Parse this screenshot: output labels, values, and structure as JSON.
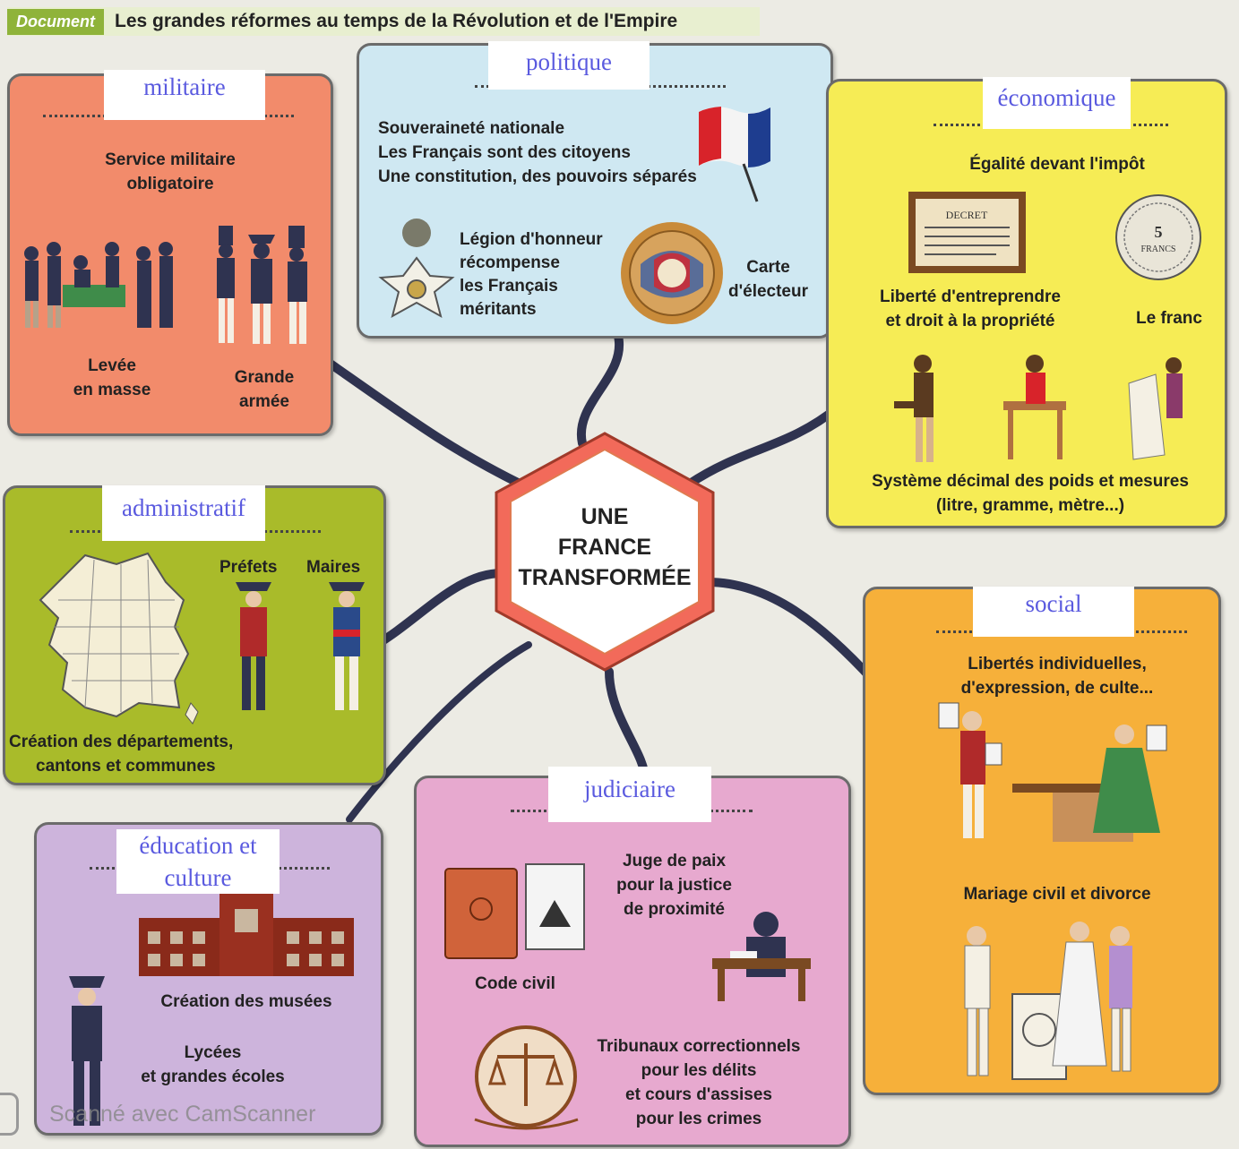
{
  "header": {
    "tag": "Document",
    "title": "Les grandes réformes au temps de la Révolution et de l'Empire"
  },
  "center": {
    "line1": "UNE",
    "line2": "FRANCE",
    "line3": "TRANSFORMÉE"
  },
  "militaire": {
    "label": "militaire",
    "service_line1": "Service militaire",
    "service_line2": "obligatoire",
    "levee_line1": "Levée",
    "levee_line2": "en masse",
    "armee_line1": "Grande",
    "armee_line2": "armée"
  },
  "politique": {
    "label": "politique",
    "line1": "Souveraineté nationale",
    "line2": "Les Français sont des citoyens",
    "line3": "Une constitution, des pouvoirs séparés",
    "legion_line1": "Légion d'honneur",
    "legion_line2": "récompense",
    "legion_line3": "les Français",
    "legion_line4": "méritants",
    "carte_line1": "Carte",
    "carte_line2": "d'électeur"
  },
  "economique": {
    "label": "économique",
    "egalite": "Égalité devant l'impôt",
    "liberte_line1": "Liberté d'entreprendre",
    "liberte_line2": "et droit à la propriété",
    "franc": "Le franc",
    "decimal_line1": "Système décimal des poids et mesures",
    "decimal_line2": "(litre, gramme, mètre...)",
    "decret": "DECRET",
    "coin_text": "5",
    "coin_small": "FRANCS"
  },
  "administratif": {
    "label": "administratif",
    "prefets": "Préfets",
    "maires": "Maires",
    "creation_line1": "Création des départements,",
    "creation_line2": "cantons et communes"
  },
  "social": {
    "label": "social",
    "libertes_line1": "Libertés individuelles,",
    "libertes_line2": "d'expression, de culte...",
    "mariage": "Mariage civil et divorce"
  },
  "judiciaire": {
    "label": "judiciaire",
    "juge_line1": "Juge de paix",
    "juge_line2": "pour la justice",
    "juge_line3": "de proximité",
    "code": "Code civil",
    "tribunaux_line1": "Tribunaux correctionnels",
    "tribunaux_line2": "pour les délits",
    "tribunaux_line3": "et cours d'assises",
    "tribunaux_line4": "pour les crimes"
  },
  "education": {
    "label_line1": "éducation et",
    "label_line2": "culture",
    "musees": "Création des musées",
    "lycees_line1": "Lycées",
    "lycees_line2": "et grandes écoles"
  },
  "watermark": "Scanné avec CamScanner",
  "colors": {
    "militaire": "#f28b6b",
    "politique": "#cfe8f2",
    "economique": "#f6ec55",
    "administratif": "#a9bb2a",
    "social": "#f6b03a",
    "judiciaire": "#e7a9cf",
    "education": "#cdb4dc",
    "label_text": "#5a5adf",
    "branch": "#2f3350"
  }
}
